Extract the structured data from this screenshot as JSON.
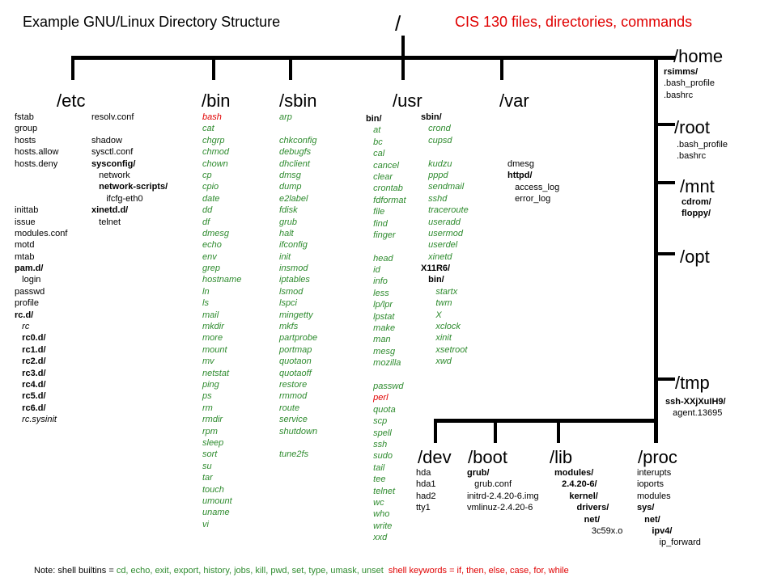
{
  "header": {
    "left_title": "Example GNU/Linux Directory Structure",
    "root": "/",
    "right_title": "CIS 130 files, directories, commands"
  },
  "colors": {
    "red": "#e00000",
    "green": "#2e8b2e"
  },
  "dirs": {
    "etc": "/etc",
    "bin": "/bin",
    "sbin": "/sbin",
    "usr": "/usr",
    "var": "/var",
    "home": "/home",
    "root": "/root",
    "mnt": "/mnt",
    "opt": "/opt",
    "tmp": "/tmp",
    "dev": "/dev",
    "boot": "/boot",
    "lib": "/lib",
    "proc": "/proc"
  },
  "lists": {
    "etc1": [
      {
        "t": "fstab"
      },
      {
        "t": "group"
      },
      {
        "t": "hosts"
      },
      {
        "t": "hosts.allow"
      },
      {
        "t": "hosts.deny"
      },
      {
        "t": ""
      },
      {
        "t": ""
      },
      {
        "t": ""
      },
      {
        "t": "inittab"
      },
      {
        "t": "issue"
      },
      {
        "t": "modules.conf"
      },
      {
        "t": "motd"
      },
      {
        "t": "mtab"
      },
      {
        "t": "pam.d/",
        "s": "b"
      },
      {
        "t": "   login"
      },
      {
        "t": "passwd"
      },
      {
        "t": "profile"
      },
      {
        "t": "rc.d/",
        "s": "b"
      },
      {
        "t": "   rc",
        "s": "i"
      },
      {
        "t": "   rc0.d/",
        "s": "b"
      },
      {
        "t": "   rc1.d/",
        "s": "b"
      },
      {
        "t": "   rc2.d/",
        "s": "b"
      },
      {
        "t": "   rc3.d/",
        "s": "b"
      },
      {
        "t": "   rc4.d/",
        "s": "b"
      },
      {
        "t": "   rc5.d/",
        "s": "b"
      },
      {
        "t": "   rc6.d/",
        "s": "b"
      },
      {
        "t": "   rc.sysinit",
        "s": "i"
      }
    ],
    "etc2": [
      {
        "t": "resolv.conf"
      },
      {
        "t": ""
      },
      {
        "t": "shadow"
      },
      {
        "t": "sysctl.conf"
      },
      {
        "t": "sysconfig/",
        "s": "b"
      },
      {
        "t": "   network"
      },
      {
        "t": "   network-scripts/",
        "s": "b"
      },
      {
        "t": "      ifcfg-eth0"
      },
      {
        "t": "xinetd.d/",
        "s": "b"
      },
      {
        "t": "   telnet"
      }
    ],
    "bin": [
      {
        "t": "bash",
        "s": "ri"
      },
      {
        "t": "cat",
        "s": "gi"
      },
      {
        "t": "chgrp",
        "s": "gi"
      },
      {
        "t": "chmod",
        "s": "gi"
      },
      {
        "t": "chown",
        "s": "gi"
      },
      {
        "t": "cp",
        "s": "gi"
      },
      {
        "t": "cpio",
        "s": "gi"
      },
      {
        "t": "date",
        "s": "gi"
      },
      {
        "t": "dd",
        "s": "gi"
      },
      {
        "t": "df",
        "s": "gi"
      },
      {
        "t": "dmesg",
        "s": "gi"
      },
      {
        "t": "echo",
        "s": "gi"
      },
      {
        "t": "env",
        "s": "gi"
      },
      {
        "t": "grep",
        "s": "gi"
      },
      {
        "t": "hostname",
        "s": "gi"
      },
      {
        "t": "ln",
        "s": "gi"
      },
      {
        "t": "ls",
        "s": "gi"
      },
      {
        "t": "mail",
        "s": "gi"
      },
      {
        "t": "mkdir",
        "s": "gi"
      },
      {
        "t": "more",
        "s": "gi"
      },
      {
        "t": "mount",
        "s": "gi"
      },
      {
        "t": "mv",
        "s": "gi"
      },
      {
        "t": "netstat",
        "s": "gi"
      },
      {
        "t": "ping",
        "s": "gi"
      },
      {
        "t": "ps",
        "s": "gi"
      },
      {
        "t": "rm",
        "s": "gi"
      },
      {
        "t": "rmdir",
        "s": "gi"
      },
      {
        "t": "rpm",
        "s": "gi"
      },
      {
        "t": "sleep",
        "s": "gi"
      },
      {
        "t": "sort",
        "s": "gi"
      },
      {
        "t": "su",
        "s": "gi"
      },
      {
        "t": "tar",
        "s": "gi"
      },
      {
        "t": "touch",
        "s": "gi"
      },
      {
        "t": "umount",
        "s": "gi"
      },
      {
        "t": "uname",
        "s": "gi"
      },
      {
        "t": "vi",
        "s": "gi"
      }
    ],
    "sbin": [
      {
        "t": "arp",
        "s": "gi"
      },
      {
        "t": ""
      },
      {
        "t": "chkconfig",
        "s": "gi"
      },
      {
        "t": "debugfs",
        "s": "gi"
      },
      {
        "t": "dhclient",
        "s": "gi"
      },
      {
        "t": "dmsg",
        "s": "gi"
      },
      {
        "t": "dump",
        "s": "gi"
      },
      {
        "t": "e2label",
        "s": "gi"
      },
      {
        "t": "fdisk",
        "s": "gi"
      },
      {
        "t": "grub",
        "s": "gi"
      },
      {
        "t": "halt",
        "s": "gi"
      },
      {
        "t": "ifconfig",
        "s": "gi"
      },
      {
        "t": "init",
        "s": "gi"
      },
      {
        "t": "insmod",
        "s": "gi"
      },
      {
        "t": "iptables",
        "s": "gi"
      },
      {
        "t": "lsmod",
        "s": "gi"
      },
      {
        "t": "lspci",
        "s": "gi"
      },
      {
        "t": "mingetty",
        "s": "gi"
      },
      {
        "t": "mkfs",
        "s": "gi"
      },
      {
        "t": "partprobe",
        "s": "gi"
      },
      {
        "t": "portmap",
        "s": "gi"
      },
      {
        "t": "quotaon",
        "s": "gi"
      },
      {
        "t": "quotaoff",
        "s": "gi"
      },
      {
        "t": "restore",
        "s": "gi"
      },
      {
        "t": "rmmod",
        "s": "gi"
      },
      {
        "t": "route",
        "s": "gi"
      },
      {
        "t": "service",
        "s": "gi"
      },
      {
        "t": "shutdown",
        "s": "gi"
      },
      {
        "t": ""
      },
      {
        "t": "tune2fs",
        "s": "gi"
      }
    ],
    "usr1": [
      {
        "t": "bin/",
        "s": "b"
      },
      {
        "t": "   at",
        "s": "gi"
      },
      {
        "t": "   bc",
        "s": "gi"
      },
      {
        "t": "   cal",
        "s": "gi"
      },
      {
        "t": "   cancel",
        "s": "gi"
      },
      {
        "t": "   clear",
        "s": "gi"
      },
      {
        "t": "   crontab",
        "s": "gi"
      },
      {
        "t": "   fdformat",
        "s": "gi"
      },
      {
        "t": "   file",
        "s": "gi"
      },
      {
        "t": "   find",
        "s": "gi"
      },
      {
        "t": "   finger",
        "s": "gi"
      },
      {
        "t": ""
      },
      {
        "t": "   head",
        "s": "gi"
      },
      {
        "t": "   id",
        "s": "gi"
      },
      {
        "t": "   info",
        "s": "gi"
      },
      {
        "t": "   less",
        "s": "gi"
      },
      {
        "t": "   lp/lpr",
        "s": "gi"
      },
      {
        "t": "   lpstat",
        "s": "gi"
      },
      {
        "t": "   make",
        "s": "gi"
      },
      {
        "t": "   man",
        "s": "gi"
      },
      {
        "t": "   mesg",
        "s": "gi"
      },
      {
        "t": "   mozilla",
        "s": "gi"
      },
      {
        "t": ""
      },
      {
        "t": "   passwd",
        "s": "gi"
      },
      {
        "t": "   perl",
        "s": "ri"
      },
      {
        "t": "   quota",
        "s": "gi"
      },
      {
        "t": "   scp",
        "s": "gi"
      },
      {
        "t": "   spell",
        "s": "gi"
      },
      {
        "t": "   ssh",
        "s": "gi"
      },
      {
        "t": "   sudo",
        "s": "gi"
      },
      {
        "t": "   tail",
        "s": "gi"
      },
      {
        "t": "   tee",
        "s": "gi"
      },
      {
        "t": "   telnet",
        "s": "gi"
      },
      {
        "t": "   wc",
        "s": "gi"
      },
      {
        "t": "   who",
        "s": "gi"
      },
      {
        "t": "   write",
        "s": "gi"
      },
      {
        "t": "   xxd",
        "s": "gi"
      }
    ],
    "usr2": [
      {
        "t": "sbin/",
        "s": "b"
      },
      {
        "t": "   crond",
        "s": "gi"
      },
      {
        "t": "   cupsd",
        "s": "gi"
      },
      {
        "t": ""
      },
      {
        "t": "   kudzu",
        "s": "gi"
      },
      {
        "t": "   pppd",
        "s": "gi"
      },
      {
        "t": "   sendmail",
        "s": "gi"
      },
      {
        "t": "   sshd",
        "s": "gi"
      },
      {
        "t": "   traceroute",
        "s": "gi"
      },
      {
        "t": "   useradd",
        "s": "gi"
      },
      {
        "t": "   usermod",
        "s": "gi"
      },
      {
        "t": "   userdel",
        "s": "gi"
      },
      {
        "t": "   xinetd",
        "s": "gi"
      },
      {
        "t": "X11R6/",
        "s": "b"
      },
      {
        "t": "   bin/",
        "s": "b"
      },
      {
        "t": "      startx",
        "s": "gi"
      },
      {
        "t": "      twm",
        "s": "gi"
      },
      {
        "t": "      X",
        "s": "gi"
      },
      {
        "t": "      xclock",
        "s": "gi"
      },
      {
        "t": "      xinit",
        "s": "gi"
      },
      {
        "t": "      xsetroot",
        "s": "gi"
      },
      {
        "t": "      xwd",
        "s": "gi"
      }
    ],
    "var": [
      {
        "t": "dmesg"
      },
      {
        "t": "httpd/",
        "s": "b"
      },
      {
        "t": "   access_log"
      },
      {
        "t": "   error_log"
      }
    ],
    "home": [
      {
        "t": "rsimms/",
        "s": "b"
      },
      {
        "t": ".bash_profile"
      },
      {
        "t": ".bashrc"
      }
    ],
    "root": [
      {
        "t": ".bash_profile"
      },
      {
        "t": ".bashrc"
      }
    ],
    "mnt": [
      {
        "t": "cdrom/",
        "s": "b"
      },
      {
        "t": "floppy/",
        "s": "b"
      }
    ],
    "tmp": [
      {
        "t": "ssh-XXjXuIH9/",
        "s": "b"
      },
      {
        "t": "   agent.13695"
      }
    ],
    "dev": [
      {
        "t": "hda"
      },
      {
        "t": "hda1"
      },
      {
        "t": "had2"
      },
      {
        "t": "tty1"
      }
    ],
    "boot": [
      {
        "t": "grub/",
        "s": "b"
      },
      {
        "t": "   grub.conf"
      },
      {
        "t": "initrd-2.4.20-6.img"
      },
      {
        "t": "vmlinuz-2.4.20-6"
      }
    ],
    "lib": [
      {
        "t": "modules/",
        "s": "b"
      },
      {
        "t": "   2.4.20-6/",
        "s": "b"
      },
      {
        "t": "      kernel/",
        "s": "b"
      },
      {
        "t": "         drivers/",
        "s": "b"
      },
      {
        "t": "            net/",
        "s": "b"
      },
      {
        "t": "               3c59x.o"
      }
    ],
    "proc": [
      {
        "t": "interupts"
      },
      {
        "t": "ioports"
      },
      {
        "t": "modules"
      },
      {
        "t": "sys/",
        "s": "b"
      },
      {
        "t": "   net/",
        "s": "b"
      },
      {
        "t": "      ipv4/",
        "s": "b"
      },
      {
        "t": "         ip_forward"
      }
    ]
  },
  "footer": {
    "note_black": "Note: shell builtins = ",
    "builtins": "cd, echo, exit, export, history, jobs, kill, pwd, set, type, umask, unset",
    "keywords": "  shell keywords = if, then, else, case, for, while"
  }
}
